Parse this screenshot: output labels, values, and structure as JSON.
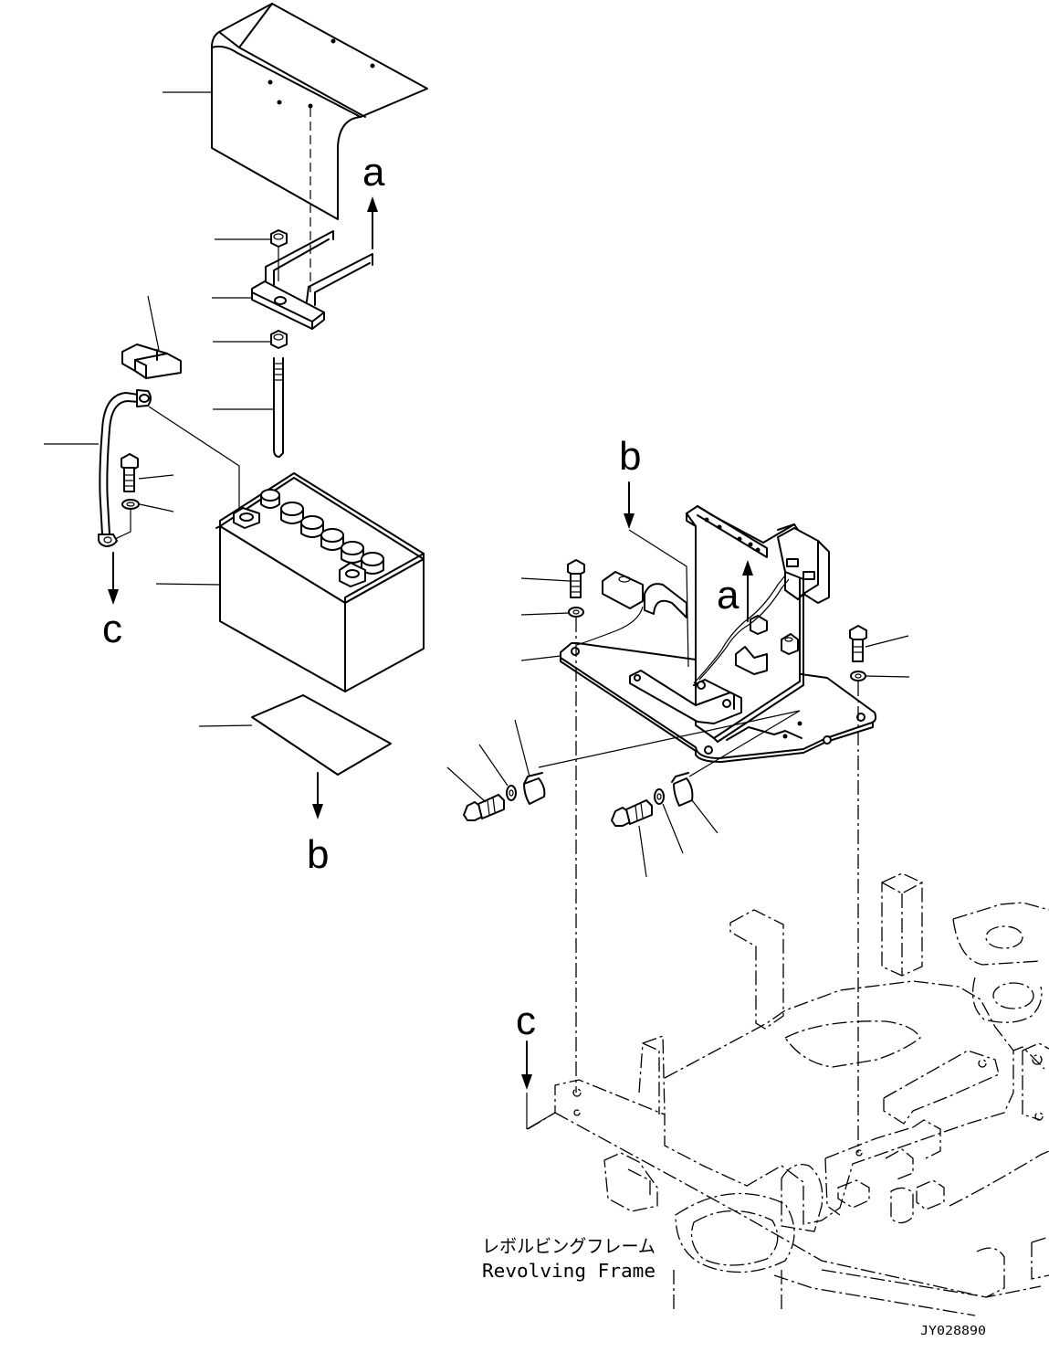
{
  "labels": {
    "a": "a",
    "b": "b",
    "c": "c"
  },
  "frame_label": {
    "japanese": "レボルビングフレーム",
    "english": "Revolving Frame"
  },
  "drawing_number": "JY028890"
}
